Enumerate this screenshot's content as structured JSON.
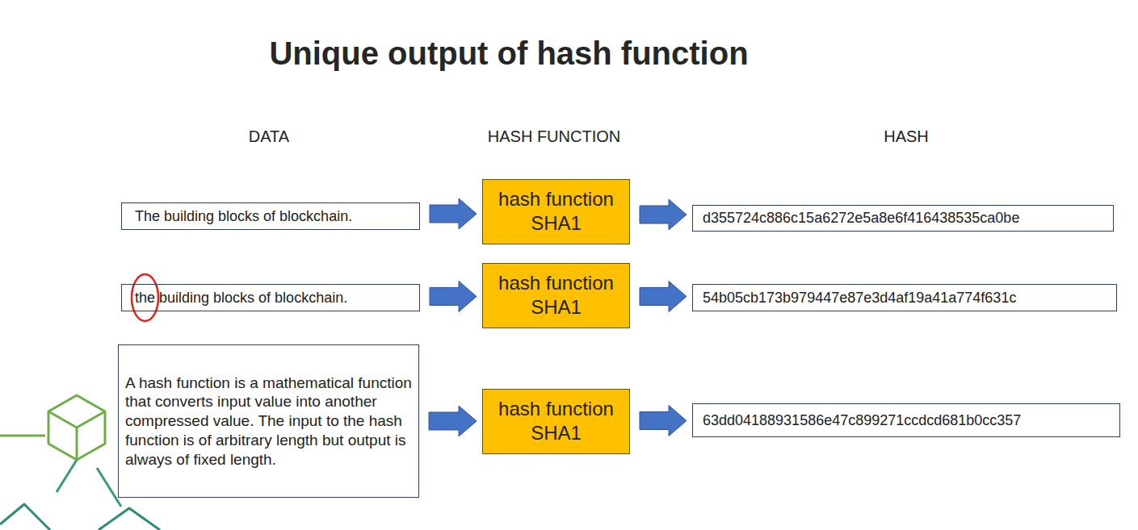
{
  "diagram": {
    "title": "Unique output of hash function",
    "nodes": [
      {
        "text": [
          "The building blocks of blockchain."
        ]
      },
      {
        "text": [
          "hash function SHA1"
        ]
      },
      {
        "text": [
          "d355724c886c15a6272e5a8e6f416438535ca0be"
        ]
      },
      {
        "text": [
          "the building blocks of blockchain."
        ]
      },
      {
        "text": [
          "hash function SHA1"
        ]
      },
      {
        "text": [
          "54b05cb173b979447e87e3d4af19a41a774f631c"
        ]
      },
      {
        "text": [
          "A hash function is a mathematical function that converts input value into another compressed value. The input to the hash function is of arbitrary length but output is always of fixed length."
        ]
      },
      {
        "text": [
          "hash function SHA1"
        ]
      },
      {
        "text": [
          "63dd04188931586e47c899271ccdcd681b0cc357"
        ]
      }
    ],
    "edges": [
      {
        "from": 0,
        "to": 1,
        "arrow": "to"
      },
      {
        "from": 1,
        "to": 2,
        "arrow": "to"
      },
      {
        "from": 3,
        "to": 4,
        "arrow": "to"
      },
      {
        "from": 4,
        "to": 5,
        "arrow": "to"
      },
      {
        "from": 6,
        "to": 7,
        "arrow": "to"
      },
      {
        "from": 7,
        "to": 8,
        "arrow": "to"
      }
    ],
    "labels": [
      "DATA",
      "HASH FUNCTION",
      "HASH"
    ]
  }
}
